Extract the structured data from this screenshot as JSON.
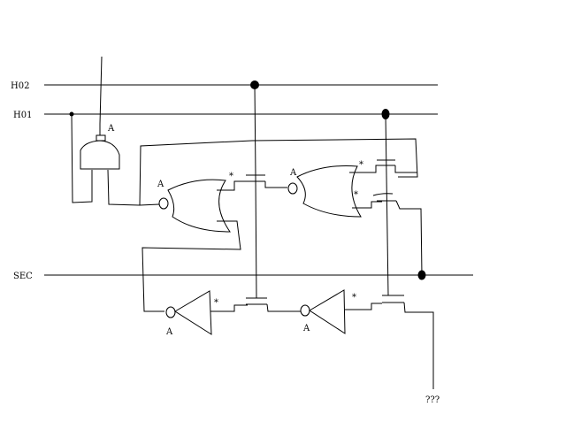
{
  "signals": {
    "h02": "H02",
    "h01": "H01",
    "sec": "SEC"
  },
  "gate_labels": {
    "nand_top": "A",
    "nor_1": "A",
    "nor_2": "A",
    "inv_1": "A",
    "inv_2": "A"
  },
  "marks": {
    "star": "*"
  },
  "output_label": "???",
  "colors": {
    "ink": "#000000",
    "background": "#ffffff"
  }
}
